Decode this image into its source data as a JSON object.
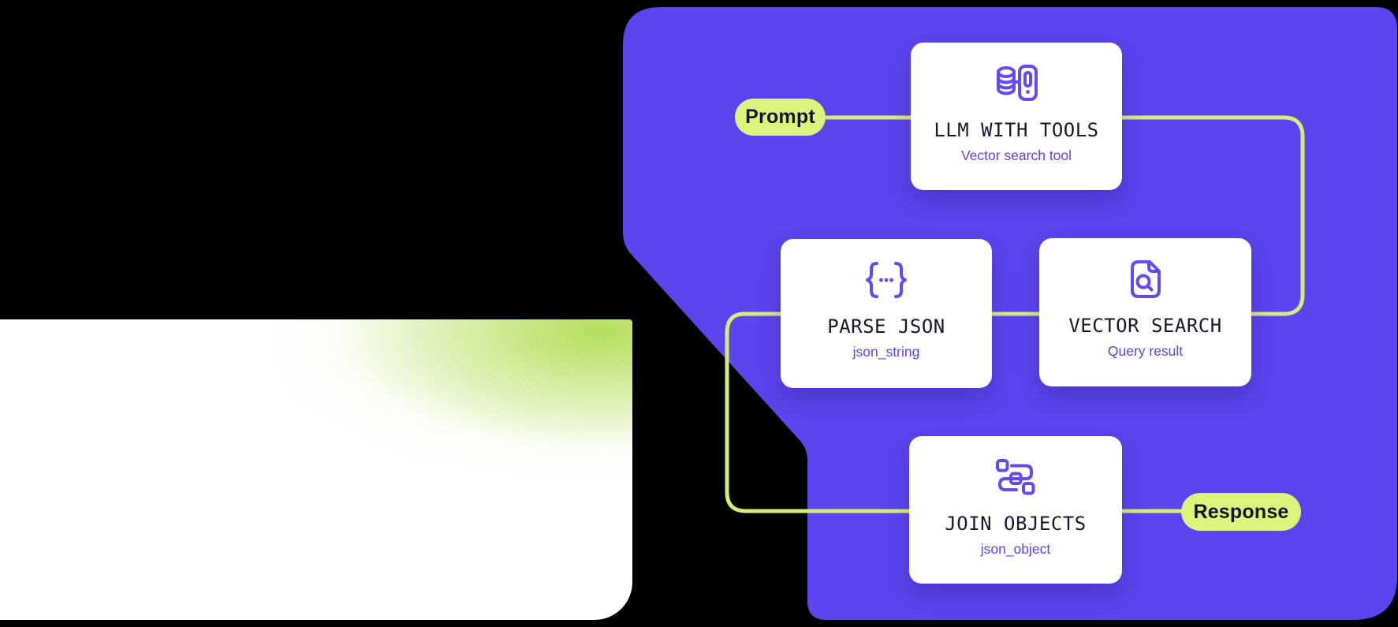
{
  "diagram": {
    "description": "RAG pipeline flow illustration",
    "input_badge": {
      "label": "Prompt"
    },
    "output_badge": {
      "label": "Response"
    },
    "nodes": [
      {
        "id": "llm-with-tools",
        "title": "LLM WITH TOOLS",
        "subtitle": "Vector search tool",
        "icon": "database-device-icon"
      },
      {
        "id": "parse-json",
        "title": "PARSE JSON",
        "subtitle": "json_string",
        "icon": "curly-braces-icon"
      },
      {
        "id": "vector-search",
        "title": "VECTOR SEARCH",
        "subtitle": "Query result",
        "icon": "file-search-icon"
      },
      {
        "id": "join-objects",
        "title": "JOIN OBJECTS",
        "subtitle": "json_object",
        "icon": "workflow-icon"
      }
    ],
    "colors": {
      "background": "#000000",
      "panel_purple": "#5c44ee",
      "connector_lime": "#d4ef79",
      "badge_lime": "#dbf47b",
      "icon_purple": "#6549f2",
      "subtitle_purple": "#5b43ee",
      "title_dark": "#17172d",
      "card_white": "#ffffff"
    }
  }
}
